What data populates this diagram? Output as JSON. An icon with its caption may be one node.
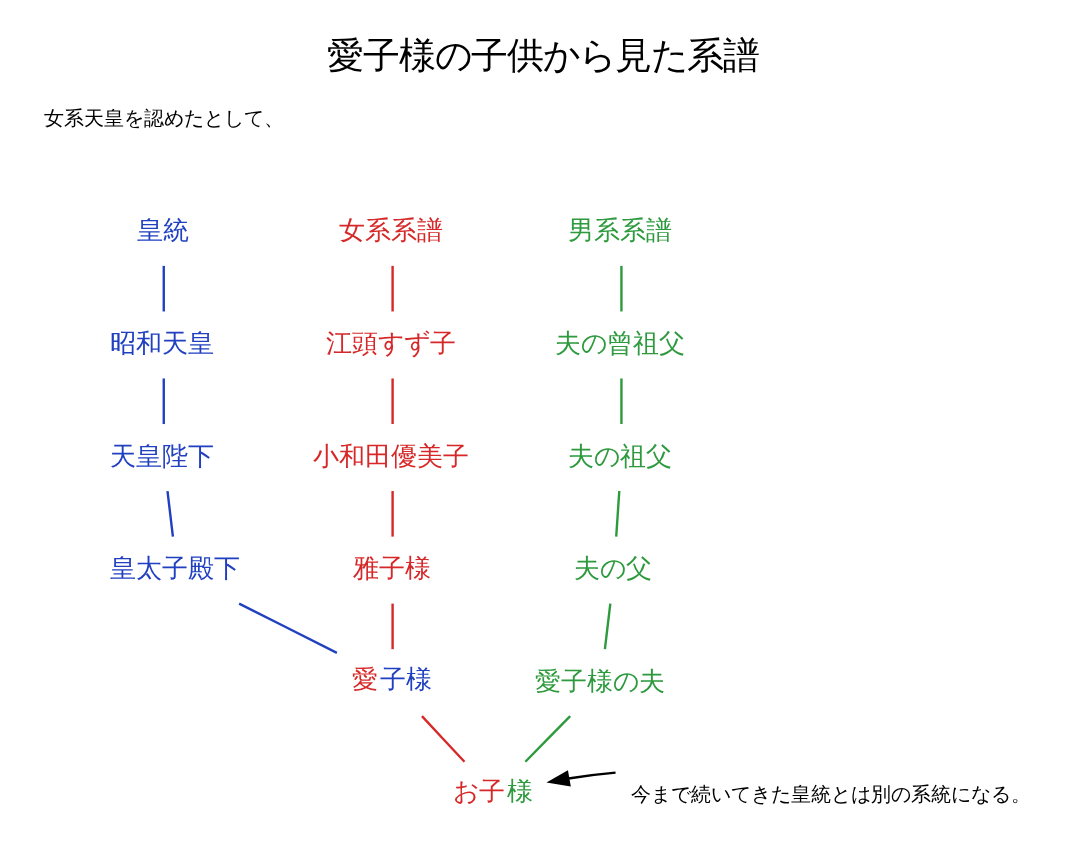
{
  "diagram": {
    "title": "愛子様の子供から見た系譜",
    "nodes": [
      {
        "text": [
          "女系系譜"
        ]
      },
      {
        "text": [
          "江頭すず子"
        ]
      },
      {
        "text": [
          "小和田優美子"
        ]
      },
      {
        "text": [
          "雅子様"
        ]
      },
      {
        "text": [
          "愛子様"
        ]
      },
      {
        "text": [
          "お子様"
        ]
      },
      {
        "text": [
          "皇統"
        ]
      },
      {
        "text": [
          "昭和天皇"
        ]
      },
      {
        "text": [
          "天皇陛下"
        ]
      },
      {
        "text": [
          "皇太子殿下"
        ]
      },
      {
        "text": [
          "男系系譜"
        ]
      },
      {
        "text": [
          "夫の曾祖父"
        ]
      },
      {
        "text": [
          "夫の祖父"
        ]
      },
      {
        "text": [
          "夫の父"
        ]
      },
      {
        "text": [
          "愛子様の夫"
        ]
      },
      {
        "text": [
          "今まで続いてきた皇統とは別の系統になる。"
        ]
      }
    ],
    "edges": [
      {
        "from": 0,
        "to": 1,
        "arrow": "none",
        "color": "#d62828"
      },
      {
        "from": 1,
        "to": 2,
        "arrow": "none",
        "color": "#d62828"
      },
      {
        "from": 2,
        "to": 3,
        "arrow": "none",
        "color": "#d62828"
      },
      {
        "from": 3,
        "to": 4,
        "arrow": "none",
        "color": "#d62828"
      },
      {
        "from": 4,
        "to": 5,
        "arrow": "none",
        "color": "#d62828"
      },
      {
        "from": 6,
        "to": 7,
        "arrow": "none",
        "color": "#2040c0"
      },
      {
        "from": 7,
        "to": 8,
        "arrow": "none",
        "color": "#2040c0"
      },
      {
        "from": 8,
        "to": 9,
        "arrow": "none",
        "color": "#2040c0"
      },
      {
        "from": 9,
        "to": 4,
        "arrow": "none",
        "color": "#2040c0"
      },
      {
        "from": 10,
        "to": 11,
        "arrow": "none",
        "color": "#2e9a3e"
      },
      {
        "from": 11,
        "to": 12,
        "arrow": "none",
        "color": "#2e9a3e"
      },
      {
        "from": 12,
        "to": 13,
        "arrow": "none",
        "color": "#2e9a3e"
      },
      {
        "from": 13,
        "to": 14,
        "arrow": "none",
        "color": "#2e9a3e"
      },
      {
        "from": 14,
        "to": 5,
        "arrow": "none",
        "color": "#2e9a3e"
      },
      {
        "from": 15,
        "to": 5,
        "arrow": "to",
        "color": "#000000"
      }
    ],
    "labels": [
      "女系天皇を認めたとして、"
    ]
  }
}
